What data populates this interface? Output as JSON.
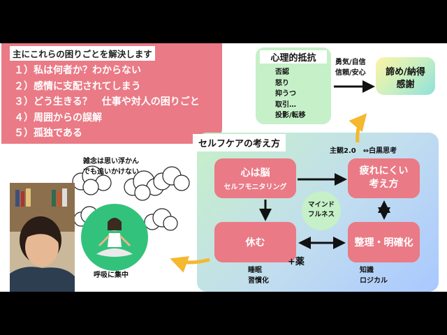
{
  "problems": {
    "title": "主にこれらの困りごとを解決します",
    "items": [
      "１）私は何者か？わからない",
      "２）感情に支配されてしまう",
      "３）どう生きる？　仕事や対人の困りごと",
      "４）周囲からの誤解",
      "５）孤独である"
    ]
  },
  "resistance": {
    "title": "心理的抵抗",
    "items": [
      "否認",
      "怒り",
      "抑うつ",
      "取引…",
      "投影/転移"
    ]
  },
  "courage": {
    "line1": "勇気/自信",
    "line2": "信頼/安心"
  },
  "acceptance": {
    "line1": "諦め/納得",
    "line2": "感謝"
  },
  "selfcare": {
    "title": "セルフケアの考え方",
    "subjectivity": "主観2.0　⇔白黒思考",
    "heart": {
      "title": "心は脳",
      "sub": "セルフモニタリング"
    },
    "tired": {
      "line1": "疲れにくい",
      "line2": "考え方"
    },
    "rest": {
      "title": "休む",
      "plus": "+薬",
      "notes": [
        "睡眠",
        "習慣化"
      ]
    },
    "organize": {
      "title": "整理・明確化",
      "notes": [
        "知識",
        "ロジカル"
      ]
    },
    "mindfulness": {
      "line1": "マインド",
      "line2": "フルネス"
    }
  },
  "thoughts": {
    "line1": "雑念は思い浮かん",
    "line2": "でも追いかけない"
  },
  "meditation": {
    "label": "呼吸に集中"
  },
  "colors": {
    "problems": "#ea7a86",
    "box": "#ea7a86",
    "resist": "#c6f0c8",
    "arrow": "#f5b82e"
  }
}
